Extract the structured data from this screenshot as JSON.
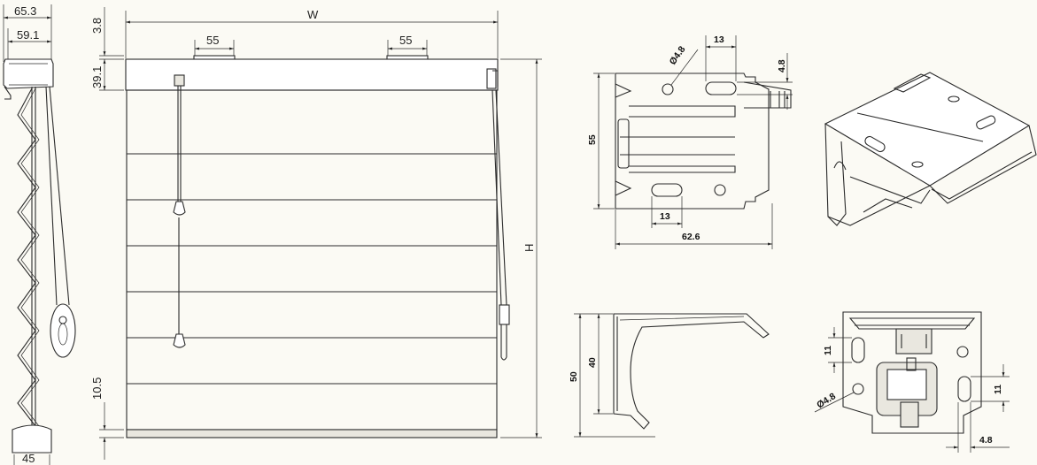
{
  "left_view": {
    "dim_overall_depth": "65.3",
    "dim_headrail_depth": "59.1",
    "dim_bottom_bar": "45"
  },
  "front_view": {
    "dim_width": "W",
    "dim_height": "H",
    "dim_bracket_left": "55",
    "dim_bracket_right": "55",
    "dim_top_gap": "3.8",
    "dim_headrail_height": "39.1",
    "dim_bottom_gap": "10.5"
  },
  "bracket_top_view": {
    "dim_hole_dia": "Ø4.8",
    "dim_slot_top": "13",
    "dim_slot_height": "4.8",
    "dim_height": "55",
    "dim_slot_bottom": "13",
    "dim_length": "62.6"
  },
  "bracket_side_view": {
    "dim_inner": "40",
    "dim_outer": "50"
  },
  "bracket_front_view": {
    "dim_slot_left": "11",
    "dim_slot_right": "11",
    "dim_hole_dia": "Ø4.8",
    "dim_offset": "4.8"
  }
}
